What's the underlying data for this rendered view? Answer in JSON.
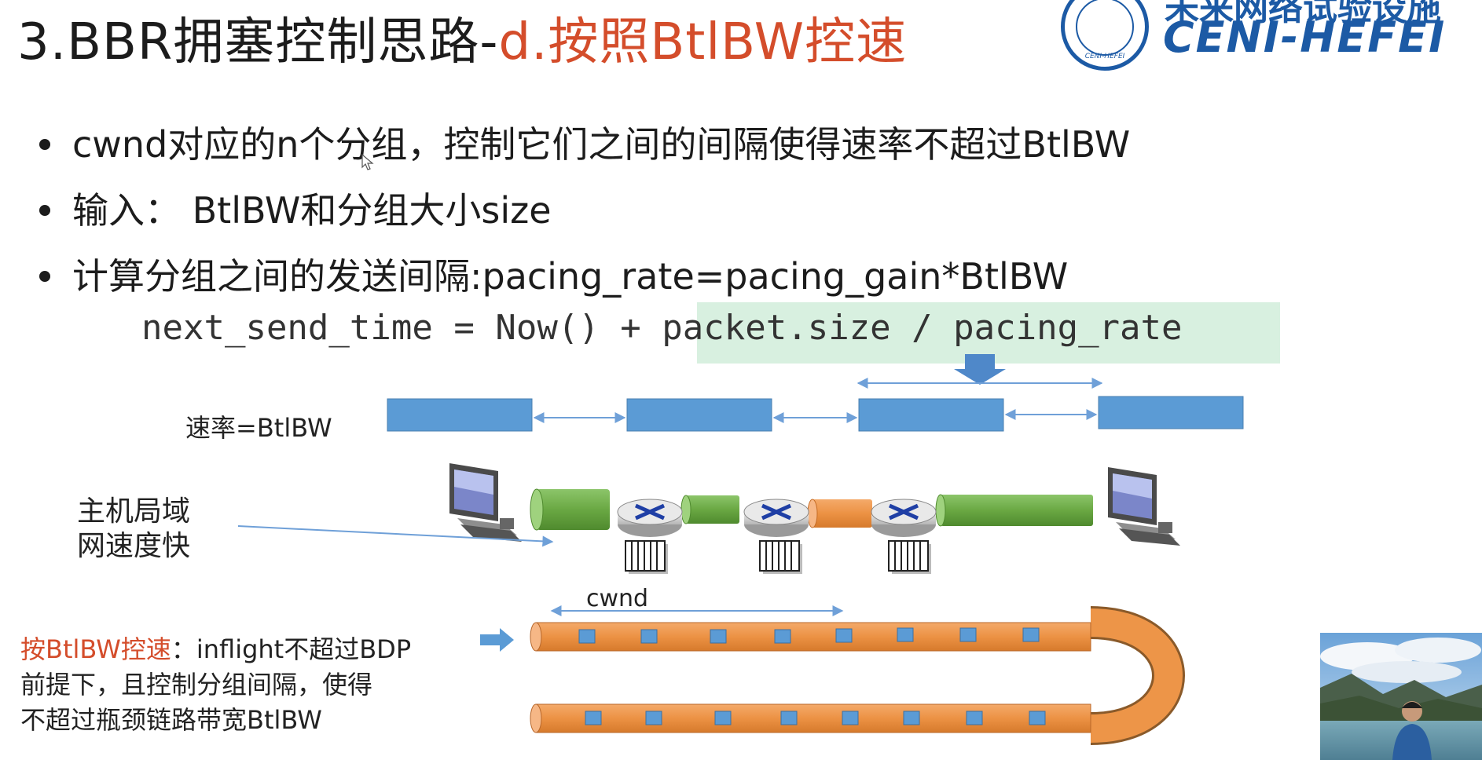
{
  "slide": {
    "title_main": "3.BBR拥塞控制思路-",
    "title_highlight": "d.按照BtlBW控速",
    "logo": {
      "cn_text": "未来网络试验设施",
      "en_text": "CENI-HEFEI",
      "seal_text": "CENI-HEFEI"
    },
    "bullets": [
      "cwnd对应的n个分组，控制它们之间的间隔使得速率不超过BtlBW",
      "输入： BtlBW和分组大小size",
      "计算分组之间的发送间隔:pacing_rate=pacing_gain*BtlBW"
    ],
    "formula": {
      "left": "next_send_time = Now() + ",
      "highlighted": "packet.size / pacing_rate"
    },
    "rate_label": "速率=BtlBW",
    "host_label": [
      "主机局域",
      "网速度快"
    ],
    "cwnd_label": "cwnd",
    "bottom_note": {
      "red": "按BtlBW控速",
      "line1_rest": "：inflight不超过BDP",
      "line2": "前提下，且控制分组间隔，使得",
      "line3": "不超过瓶颈链路带宽BtlBW"
    }
  },
  "colors": {
    "packet_blue": "#5b9bd5",
    "link_green": "#70ad47",
    "link_orange": "#ed9548",
    "accent_red": "#d44d2b",
    "logo_blue": "#1c5aa5",
    "highlight_bg": "#d8f0e0"
  },
  "icons": [
    "computer-icon",
    "router-icon",
    "queue-buffer-icon",
    "arrow-down-icon",
    "arrow-right-icon",
    "mouse-cursor-icon"
  ]
}
